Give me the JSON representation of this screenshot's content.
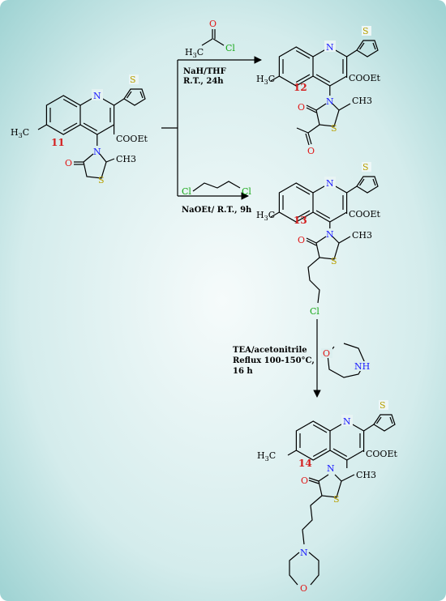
{
  "colors": {
    "frame_edge": "#9fd3d3",
    "frame_center": "#f6fbfb",
    "nitrogen": "#1a1aff",
    "oxygen": "#e01818",
    "sulfur": "#b8a000",
    "chlorine": "#18a818",
    "compound_number": "#d42020"
  },
  "atoms": {
    "N": "N",
    "O": "O",
    "S": "S",
    "Cl": "Cl",
    "NH": "NH",
    "C": "C"
  },
  "groups": {
    "coo_et": "COOEt",
    "methyl_ch3": "CH3",
    "h3c": "H3C",
    "h3c_sub": "3",
    "h_of_h3c": "H",
    "c_of_h3c": "C"
  },
  "compounds": {
    "c11": {
      "number": "11"
    },
    "c12": {
      "number": "12"
    },
    "c13": {
      "number": "13"
    },
    "c14": {
      "number": "14"
    }
  },
  "reagents": {
    "acetyl_chloride": {
      "h3c_h": "H",
      "h3c_sub": "3",
      "h3c_c": "C"
    }
  },
  "conditions": {
    "step1_line1": "NaH/THF",
    "step1_line2": "R.T., 24h",
    "step2": "NaOEt/ R.T., 9h",
    "step3_line1": "TEA/acetonitrile",
    "step3_line2": "Reflux 100-150°C,",
    "step3_line3": "16 h"
  }
}
